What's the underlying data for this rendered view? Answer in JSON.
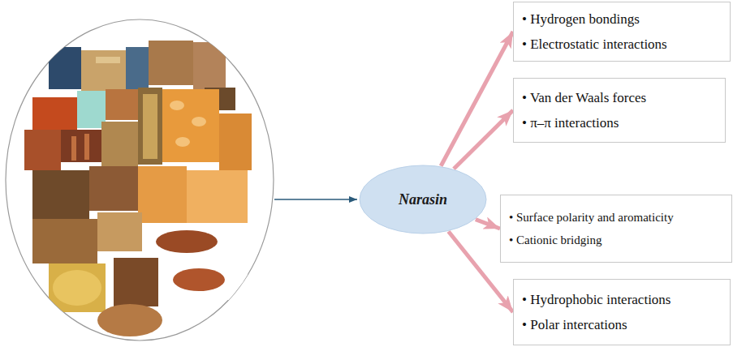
{
  "diagram": {
    "nodes": [
      {
        "text": [
          "Narasin"
        ]
      },
      {
        "text": [
          "• Hydrogen bondings",
          "• Electrostatic interactions"
        ]
      },
      {
        "text": [
          "• Van der Waals forces",
          "• π–π interactions"
        ]
      },
      {
        "text": [
          "• Surface polarity and aromaticity",
          "• Cationic bridging"
        ]
      },
      {
        "text": [
          "• Hydrophobic interactions",
          "• Polar intercations"
        ]
      }
    ],
    "edges": [
      {
        "from": 0,
        "to": 1,
        "arrow": "to"
      },
      {
        "from": 0,
        "to": 2,
        "arrow": "to"
      },
      {
        "from": 0,
        "to": 3,
        "arrow": "to"
      },
      {
        "from": 0,
        "to": 4,
        "arrow": "to"
      }
    ]
  }
}
